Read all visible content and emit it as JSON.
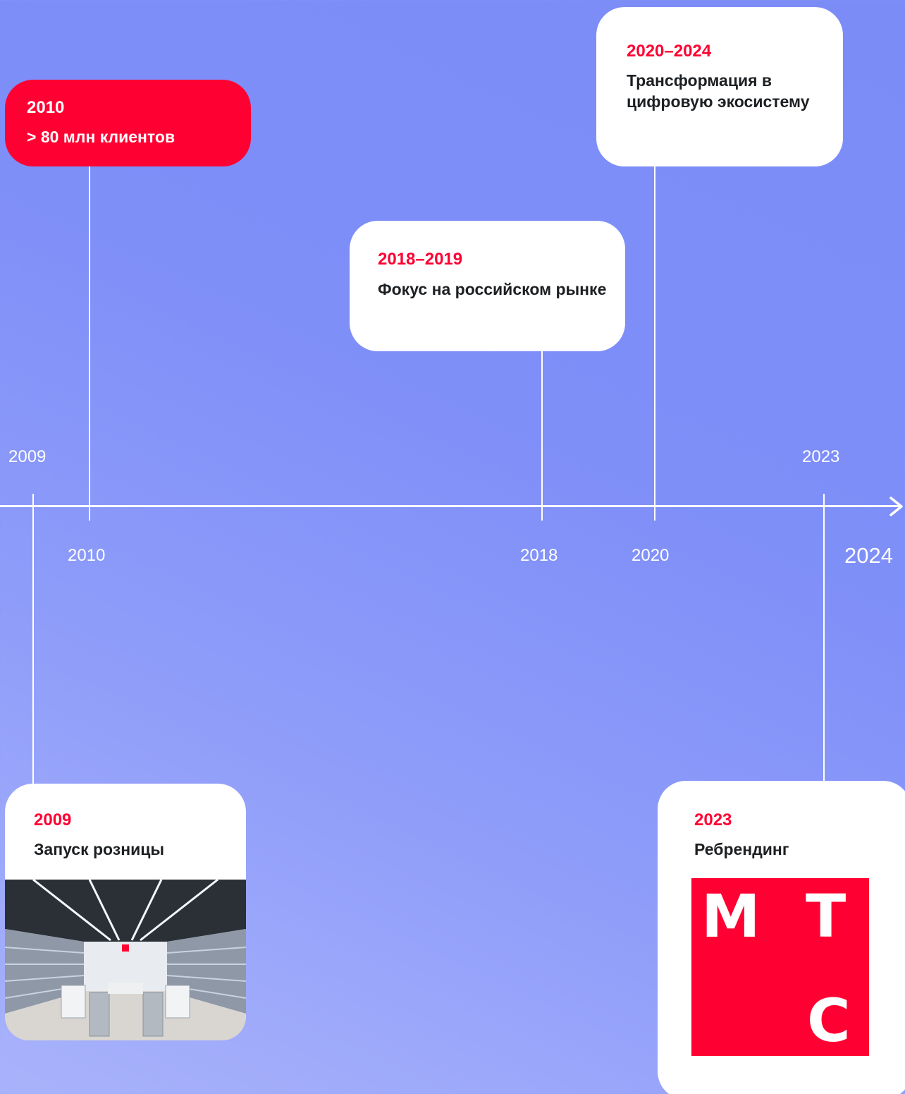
{
  "timeline": {
    "axis_labels_above": [
      "2009",
      "2023"
    ],
    "axis_labels_below": [
      "2010",
      "2018",
      "2020"
    ],
    "end_label": "2024"
  },
  "events": {
    "e2010": {
      "period": "2010",
      "text": "> 80 млн клиентов"
    },
    "e2018": {
      "period": "2018–2019",
      "text": "Фокус на российском рынке"
    },
    "e2020": {
      "period": "2020–2024",
      "text": "Трансформация в цифровую экосистему"
    },
    "e2009": {
      "period": "2009",
      "text": "Запуск розницы"
    },
    "e2023": {
      "period": "2023",
      "text": "Ребрендинг"
    }
  },
  "logo": {
    "letters": [
      "М",
      "Т",
      "С"
    ]
  },
  "colors": {
    "accent_red": "#ff0032",
    "card_white": "#ffffff",
    "background": "#7f8ff8",
    "text_dark": "#1d2023"
  },
  "icons": [
    "arrow-right-icon"
  ]
}
